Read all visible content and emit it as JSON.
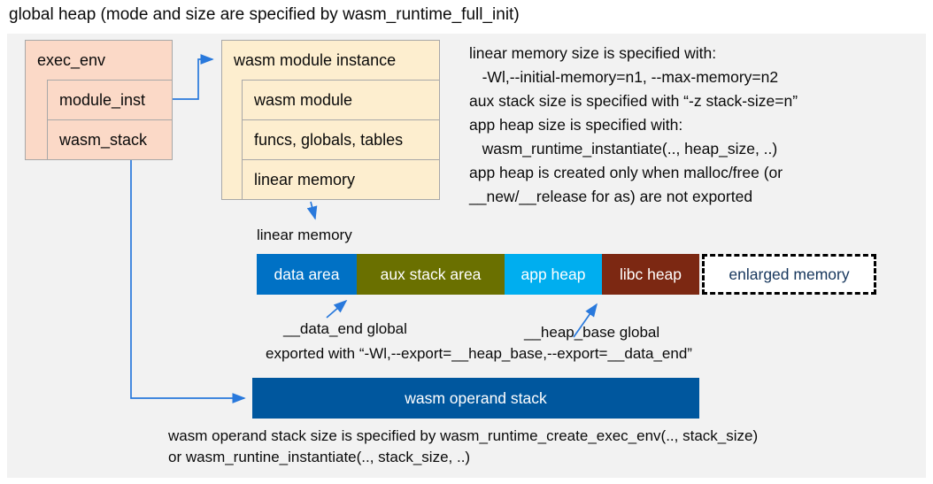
{
  "title": "global heap (mode and size are specified by wasm_runtime_full_init)",
  "exec_env": {
    "header": "exec_env",
    "rows": [
      "module_inst",
      "wasm_stack"
    ]
  },
  "module_instance": {
    "header": "wasm module instance",
    "rows": [
      "wasm module",
      "funcs, globals, tables",
      "linear memory"
    ]
  },
  "notes_right": "linear memory size is specified with:\n   -Wl,--initial-memory=n1, --max-memory=n2\naux stack size is specified with “-z stack-size=n”\napp heap size is specified with:\n   wasm_runtime_instantiate(.., heap_size, ..)\napp heap is created only when malloc/free (or\n__new/__release for as) are not exported",
  "linear_memory": {
    "label": "linear memory",
    "segments": [
      {
        "label": "data area",
        "color": "#0071c5"
      },
      {
        "label": "aux stack area",
        "color": "#6a7000"
      },
      {
        "label": "app heap",
        "color": "#00aeef"
      },
      {
        "label": "libc heap",
        "color": "#7c2812"
      },
      {
        "label": "enlarged memory",
        "color": "#ffffff",
        "text_color": "#16365c",
        "border": "dashed black"
      }
    ],
    "data_end_label": "__data_end global",
    "heap_base_label": "__heap_base global",
    "export_note": "exported with “-Wl,--export=__heap_base,--export=__data_end”"
  },
  "operand_stack": {
    "label": "wasm operand stack",
    "note": "wasm operand stack size is specified by wasm_runtime_create_exec_env(.., stack_size)\nor wasm_runtine_instantiate(.., stack_size, ..)"
  },
  "colors": {
    "canvas_background": "#f2f2f2",
    "exec_env_fill": "#fbd9c7",
    "module_instance_fill": "#fdeecf",
    "box_border": "#a8a8a8",
    "arrow_blue": "#2979dc",
    "operand_stack_fill": "#00579e"
  }
}
